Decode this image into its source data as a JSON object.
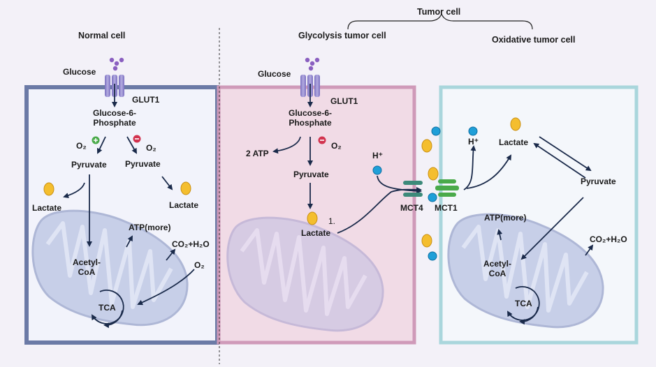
{
  "headings": {
    "normal_cell": "Normal cell",
    "tumor_cell": "Tumor cell",
    "glycolysis_tumor_cell": "Glycolysis tumor cell",
    "oxidative_tumor_cell": "Oxidative tumor cell"
  },
  "normal": {
    "glucose": "Glucose",
    "glut1": "GLUT1",
    "g6p_line1": "Glucose-6-",
    "g6p_line2": "Phosphate",
    "o2_left": "O₂",
    "o2_right": "O₂",
    "pyruvate_left": "Pyruvate",
    "pyruvate_right": "Pyruvate",
    "lactate_left": "Lactate",
    "lactate_right": "Lactate",
    "atp": "ATP(more)",
    "co2": "CO₂+H₂O",
    "acetyl_line1": "Acetyl-",
    "acetyl_line2": "CoA",
    "o2_mito": "O₂",
    "tca": "TCA"
  },
  "glycolysis": {
    "glucose": "Glucose",
    "glut1": "GLUT1",
    "g6p_line1": "Glucose-6-",
    "g6p_line2": "Phosphate",
    "atp": "2 ATP",
    "o2": "O₂",
    "pyruvate": "Pyruvate",
    "lactate": "Lactate",
    "step": "1.",
    "h_plus": "H⁺",
    "mct4": "MCT4"
  },
  "oxidative": {
    "mct1": "MCT1",
    "h_plus": "H⁺",
    "lactate": "Lactate",
    "pyruvate": "Pyruvate",
    "atp": "ATP(more)",
    "co2": "CO₂+H₂O",
    "acetyl_line1": "Acetyl-",
    "acetyl_line2": "CoA",
    "tca": "TCA"
  },
  "colors": {
    "normal_border": "#6b7aa6",
    "normal_fill": "#f2f3fb",
    "glycolysis_border": "#cf9ab9",
    "glycolysis_fill": "#f1dbe6",
    "oxidative_border": "#a9d6dc",
    "oxidative_fill": "#f4f7fb",
    "mitochondrion": "#c7cfe8",
    "glycolysis_mitochondrion": "#d6cbe3",
    "lactate_ball": "#f4be2e",
    "proton_ball": "#1f9fd8",
    "glucose_dot": "#8a5fc0",
    "mct4": "#3d8a7a",
    "mct1": "#4aaa4a"
  }
}
